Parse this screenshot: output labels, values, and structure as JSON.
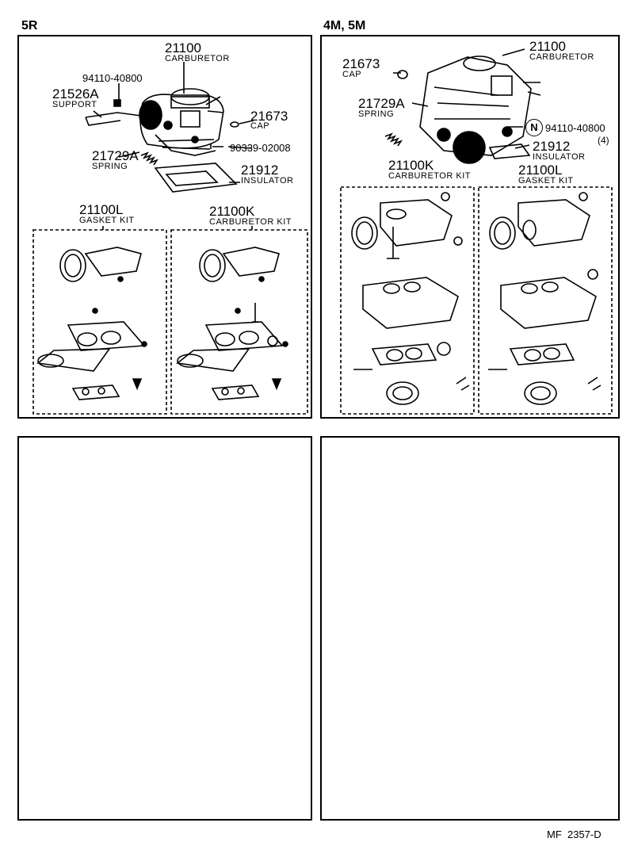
{
  "headers": {
    "left": "5R",
    "right": "4M, 5M"
  },
  "left_diagram": {
    "carburetor_no": "21100",
    "carburetor_name": "CARBURETOR",
    "bolt_no": "94110-40800",
    "support_no": "21526A",
    "support_name": "SUPPORT",
    "cap_no": "21673",
    "cap_name": "CAP",
    "spring_no": "21729A",
    "spring_name": "SPRING",
    "screw_no": "90339-02008",
    "insulator_no": "21912",
    "insulator_name": "INSULATOR",
    "gasket_kit_no": "21100L",
    "gasket_kit_name": "GASKET KIT",
    "carb_kit_no": "21100K",
    "carb_kit_name": "CARBURETOR KIT"
  },
  "right_diagram": {
    "carburetor_no": "21100",
    "carburetor_name": "CARBURETOR",
    "cap_no": "21673",
    "cap_name": "CAP",
    "spring_no": "21729A",
    "spring_name": "SPRING",
    "nut_mark": "N",
    "nut_no": "94110-40800",
    "nut_qty": "(4)",
    "insulator_no": "21912",
    "insulator_name": "INSULATOR",
    "carb_kit_no": "21100K",
    "carb_kit_name": "CARBURETOR KIT",
    "gasket_kit_no": "21100L",
    "gasket_kit_name": "GASKET KIT"
  },
  "footer": {
    "code": "MF  2357-D"
  }
}
